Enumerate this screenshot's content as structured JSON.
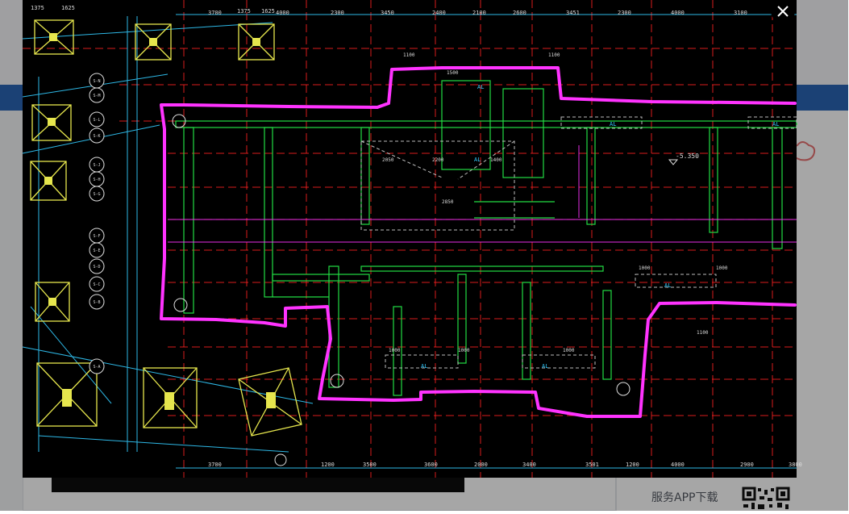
{
  "page": {
    "sidebar": {
      "app_download_label": "服务APP下载"
    }
  },
  "viewer": {
    "close_icon": "close-icon",
    "drawing": {
      "top_dims": [
        "1375",
        "1625",
        "3700",
        "1375",
        "1625",
        "4000",
        "2300",
        "3450",
        "2400",
        "2100",
        "2600",
        "3451",
        "2300",
        "4000",
        "3100"
      ],
      "bottom_dims": [
        "3700",
        "1200",
        "3500",
        "3600",
        "2000",
        "3400",
        "3501",
        "1200",
        "4000",
        "2900",
        "3800"
      ],
      "axis_tags": [
        "S-N",
        "S-M",
        "S-L",
        "S-K",
        "S-J",
        "S-H",
        "S-G",
        "S-F",
        "S-E",
        "S-D",
        "S-C",
        "S-B",
        "S-A"
      ],
      "elevation_label": "-5.350",
      "room_labels": [
        "AL",
        "AL",
        "AL",
        "AL",
        "AL",
        "AL",
        "AL"
      ],
      "dim_1100": "1100",
      "dim_1000": "1000",
      "notes": [
        "1500",
        "2050",
        "2200",
        "2850",
        "1400"
      ],
      "colors": {
        "outline_magenta": "#ff33ff",
        "grid_red": "#ff2020",
        "dim_cyan": "#33ccff",
        "wall_green": "#22dd44",
        "footing_yellow": "#e6e64d",
        "cad_white": "#dddddd"
      }
    }
  }
}
